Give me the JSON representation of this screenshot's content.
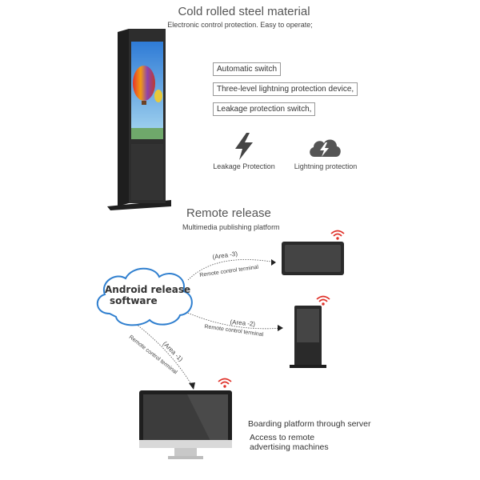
{
  "header": {
    "title": "Cold rolled steel material",
    "subtitle": "Electronic control protection. Easy to operate;"
  },
  "features": [
    {
      "label": "Automatic switch"
    },
    {
      "label": "Three-level lightning protection device,"
    },
    {
      "label": "Leakage protection switch,"
    }
  ],
  "icons": [
    {
      "name": "lightning-bolt-icon",
      "label": "Leakage Protection"
    },
    {
      "name": "cloud-lightning-icon",
      "label": "Lightning protection"
    }
  ],
  "remote": {
    "title": "Remote release",
    "subtitle": "Multimedia publishing platform",
    "cloud_line1": "Android release",
    "cloud_line2": "software",
    "links": [
      {
        "area": "(Area -3)",
        "terminal": "Remote control terminal"
      },
      {
        "area": "(Area -2)",
        "terminal": "Remote control terminal"
      },
      {
        "area": "(Area -1)",
        "terminal": "Remote control terminal"
      }
    ]
  },
  "bottom": {
    "line1": "Boarding platform through server",
    "line2": "Access to remote",
    "line3": "advertising machines"
  },
  "colors": {
    "wifi": "#e0322a",
    "device": "#2b2b2b",
    "screen": "#3a3a3a"
  }
}
